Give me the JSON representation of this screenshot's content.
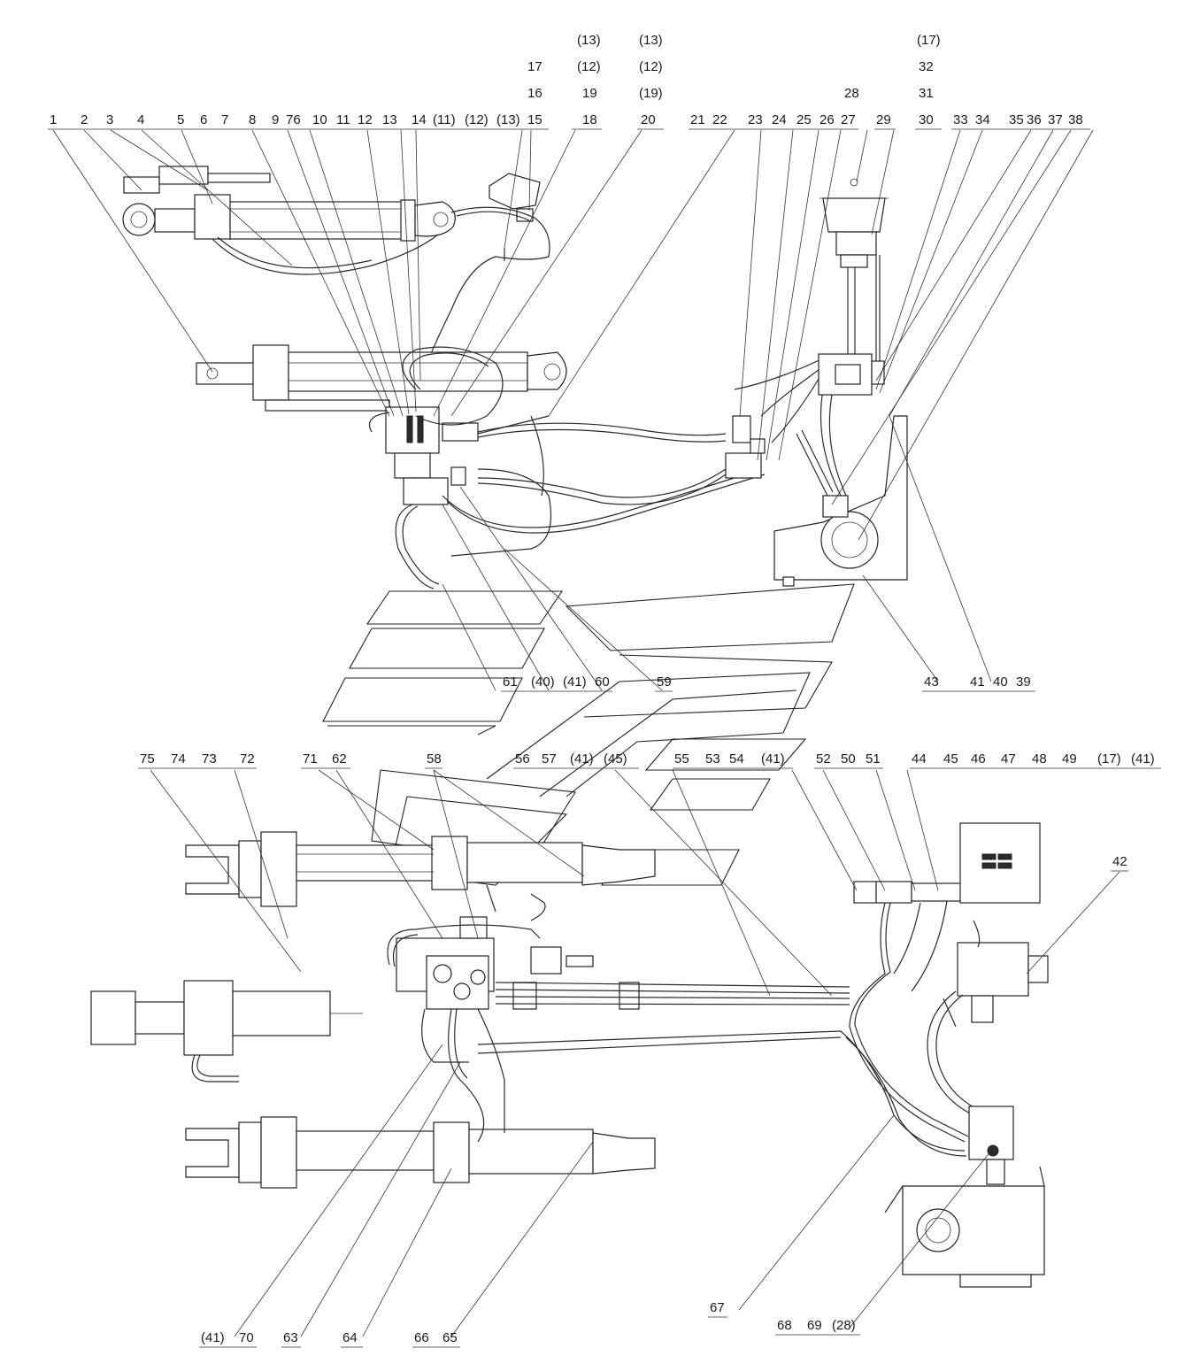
{
  "labels": {
    "l1": "1",
    "l2": "2",
    "l3": "3",
    "l4": "4",
    "l5": "5",
    "l6": "6",
    "l7": "7",
    "l8": "8",
    "l9": "9",
    "l76": "76",
    "l10": "10",
    "l11": "11",
    "l12": "12",
    "l13": "13",
    "l14": "14",
    "l11b": "(11)",
    "l12b": "(12)",
    "l13b": "(13)",
    "l17a": "17",
    "l16": "16",
    "l15": "15",
    "l13c": "(13)",
    "l12c": "(12)",
    "l19": "19",
    "l18": "18",
    "l13d": "(13)",
    "l12d": "(12)",
    "l19b": "(19)",
    "l20": "20",
    "l21": "21",
    "l22": "22",
    "l23": "23",
    "l24": "24",
    "l25": "25",
    "l26": "26",
    "l27": "27",
    "l28": "28",
    "l29": "29",
    "l17b": "(17)",
    "l32": "32",
    "l31": "31",
    "l30": "30",
    "l33": "33",
    "l34": "34",
    "l35": "35",
    "l36": "36",
    "l37": "37",
    "l38": "38",
    "l61": "61",
    "l40b": "(40)",
    "l41b": "(41)",
    "l60": "60",
    "l59": "59",
    "l43": "43",
    "l41": "41",
    "l40": "40",
    "l39": "39",
    "l75": "75",
    "l74": "74",
    "l73": "73",
    "l72": "72",
    "l71": "71",
    "l62": "62",
    "l58": "58",
    "l56": "56",
    "l57": "57",
    "l41c": "(41)",
    "l45b": "(45)",
    "l55": "55",
    "l53": "53",
    "l54": "54",
    "l41d": "(41)",
    "l52": "52",
    "l50": "50",
    "l51": "51",
    "l44": "44",
    "l45": "45",
    "l46": "46",
    "l47": "47",
    "l48": "48",
    "l49": "49",
    "l17c": "(17)",
    "l41e": "(41)",
    "l42": "42",
    "l41f": "(41)",
    "l70": "70",
    "l63": "63",
    "l64": "64",
    "l66": "66",
    "l65": "65",
    "l67": "67",
    "l68": "68",
    "l69": "69",
    "l28b": "(28)"
  }
}
